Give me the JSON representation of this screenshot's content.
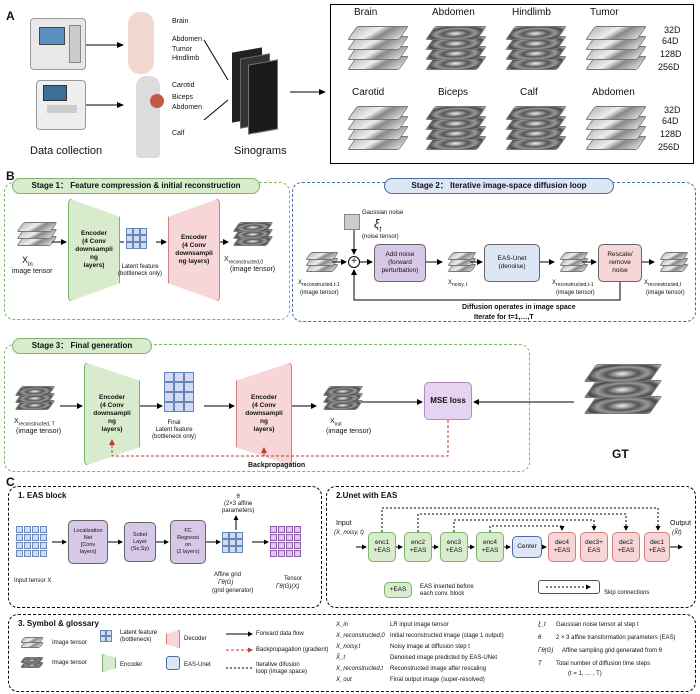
{
  "colors": {
    "green": "#7fb56b",
    "green_fill": "#d8ebcc",
    "blue": "#4a6aa8",
    "blue_fill": "#dce6f5",
    "red": "#d27f7f",
    "red_fill": "#f6d6d6",
    "purple_fill": "#d7c8e8",
    "mse_fill": "#e6d3ef"
  },
  "A": {
    "letter": "A",
    "collect": "Data collection",
    "sinograms": "Sinograms",
    "mouse_parts": [
      "Brain",
      "Abdomen",
      "Tumor",
      "Hindlimb"
    ],
    "human_parts": [
      "Carotid",
      "Biceps",
      "Abdomen",
      "Calf"
    ],
    "row1": [
      "Brain",
      "Abdomen",
      "Hindlimb",
      "Tumor"
    ],
    "row2": [
      "Carotid",
      "Biceps",
      "Calf",
      "Abdomen"
    ],
    "dims": [
      "32D",
      "64D",
      "128D",
      "256D"
    ]
  },
  "B": {
    "letter": "B",
    "s1": {
      "title": "Stage 1： Feature compression & initial reconstruction",
      "xin": "X",
      "xin_sub": "in",
      "xin_desc": "image tensor",
      "enc": "Encoder\n(4 Conv\ndownsampli\nng\nlayers)",
      "latent": "Latent feature\n(bottleneck only)",
      "dec": "Encoder\n(4 Conv\ndownsampli\nng layers)",
      "xr0": "X",
      "xr0_sub": "reconstructed,0",
      "xr0_desc": "(image tensor)"
    },
    "s2": {
      "title": "Stage 2： Iterative image-space diffusion loop",
      "gn": "Gaussian noise",
      "xi": "ξ",
      "xi_sub": "t",
      "noise_tensor": "(noise tensor)",
      "add": "Add noise\n(forward\nperturbation)",
      "eas": "EAS-Unet\n(denoise)",
      "rescale": "Rescale/\nremove\nnoise",
      "xrt1": "X",
      "xrt1_sub": "reconstructed,t-1",
      "it": "(image tensor)",
      "xnoisy": "X",
      "xnoisy_sub": "noisy, t",
      "xrt1b_sub": "reconstructed,t-1",
      "xrt_sub": "reconstructed,t",
      "loop1": "Diffusion operates in image space",
      "loop2": "Iterate for t=1,…,T"
    },
    "s3": {
      "title": "Stage 3： Final generation",
      "xrT": "X",
      "xrT_sub": "reconstructed, T",
      "xrT_desc": "(image tensor)",
      "enc": "Encoder\n(4 Conv\ndownsampli\nng\nlayers)",
      "final": "Final\nLatent feature\n(bottleneck only)",
      "enc2": "Encoder\n(4 Conv\ndownsampli\nng\nlayers)",
      "xout": "X",
      "xout_sub": "out",
      "xout_desc": "(image tensor)",
      "mse": "MSE loss",
      "gt": "GT",
      "bp": "Backpropagation"
    }
  },
  "C": {
    "letter": "C",
    "c1": {
      "title": "1. EAS block",
      "input": "Input tensor X",
      "loc": "Localization\nNet\n[Conv\nlayers]",
      "sobel": "Sobel\nLayer\n(Sx,Sy)",
      "fc": "FC\nRegressi\non\n(2 layers)",
      "theta": "θ\n(2×3 affine\nparameters)",
      "affine": "Affine grid",
      "affine_sym": "Γθ(G)",
      "affine_gen": "(grid generator)",
      "tensor": "Tensor",
      "tensor_sym": "Γθ(G)(X)"
    },
    "c2": {
      "title": "2.Unet with EAS",
      "input": "Input",
      "input_sub": "(X_noisy, t)",
      "output": "Output",
      "output_sub": "(X̂t)",
      "enc": [
        "enc1\n+EAS",
        "enc2\n+EAS",
        "enc3\n+EAS",
        "enc4\n+EAS"
      ],
      "center": "Center",
      "dec": [
        "dec4\n+EAS",
        "dec3+\nEAS",
        "dec2\n+EAS",
        "dec1\n+EAS"
      ],
      "eas": "+EAS",
      "eas_note": "EAS inserted before\neach conv. block",
      "skip": "Skip connections"
    },
    "c3": {
      "title": "3. Symbol & glossary",
      "image_tensor": "Image tensor",
      "image_tensor2": "Image tensor",
      "latent": "Latent feature\n(bottleneck)",
      "encoder": "Encoder",
      "decoder": "Decoder",
      "easunet": "EAS-Unet",
      "fwd": "Forward data flow",
      "bp": "Backpropagation (gradient)",
      "iter": "Iterative difusion\nloop (image space)",
      "syms": [
        [
          "X_in",
          "LR input image tensor"
        ],
        [
          "X_reconstructed,0",
          "Initial reconstructed image (stage 1 output)"
        ],
        [
          "X_noisy,t",
          "Noisy image at diffusion step t"
        ],
        [
          "X̂_t",
          "Denoised image predicted by EAS-UNet"
        ],
        [
          "X_reconstructed,t",
          "Reconstructed image after rescaling"
        ],
        [
          "X_out",
          "Final output image (super-resolved)"
        ]
      ],
      "syms2": [
        [
          "ξ_t",
          "Gaussian noise tensor at step t"
        ],
        [
          "θ",
          "2 × 3 affine transformation parameters (EAS)"
        ],
        [
          "Γθ(G)",
          "Affine sampling grid generated from θ"
        ],
        [
          "T",
          "Total number of diffusion time steps"
        ],
        [
          "",
          "(t = 1, … , T)"
        ]
      ]
    }
  }
}
